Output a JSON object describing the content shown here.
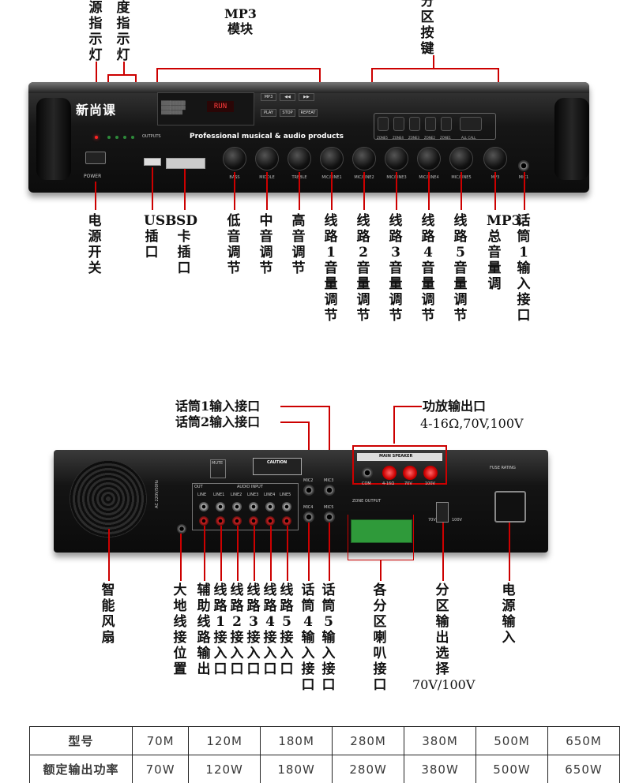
{
  "front": {
    "brand": "新尚课",
    "tagline": "Professional musical & audio products",
    "outputs_label": "OUTPUTS",
    "power_label": "POWER",
    "lcd_text": "RUN",
    "mp3_buttons": [
      "MP3",
      "◀◀",
      "▶▶",
      "PLAY",
      "STOP",
      "REPEAT"
    ],
    "knobs": [
      "BASS",
      "MIDDLE",
      "TREBLE",
      "MIC/LINE1",
      "MIC/LINE2",
      "MIC/LINE3",
      "MIC/LINE4",
      "MIC/LINE5",
      "MP3",
      "MIC1"
    ],
    "zones": [
      "ZONE5",
      "ZONE4",
      "ZONE3",
      "ZONE2",
      "ZONE1",
      "ALL CALL"
    ]
  },
  "front_callouts_top": {
    "power_led": "源指示灯",
    "level_led": "度指示灯",
    "mp3_module": "MP3\n模块",
    "zone_keys": "分区按键"
  },
  "front_callouts_bottom": [
    "电源开关",
    "USB插口",
    "SD卡插口",
    "低音调节",
    "中音调节",
    "高音调节",
    "线路1音量调节",
    "线路2音量调节",
    "线路3音量调节",
    "线路4音量调节",
    "线路5音量调节",
    "MP3总音量调",
    "话筒1输入接口"
  ],
  "rear": {
    "mute_label": "MUTE",
    "caution_label": "CAUTION",
    "main_speaker_label": "MAIN SPEAKER",
    "zone_output_label": "ZONE OUTPUT",
    "fuse_label": "FUSE RATING",
    "audio_input_label": "AUDIO  INPUT",
    "out_label": "OUT",
    "line_labels": [
      "LINE",
      "LINE1",
      "LINE2",
      "LINE3",
      "LINE4",
      "LINE5"
    ],
    "mic_labels": [
      "MIC2",
      "MIC3",
      "MIC4",
      "MIC5"
    ],
    "speaker_taps": [
      "COM",
      "4-16Ω",
      "70V",
      "100V"
    ],
    "zone_select": [
      "70V",
      "100V"
    ],
    "side_text": "AC 220V/50Hz"
  },
  "rear_callouts_top": {
    "mic1_in": "话筒1输入接口",
    "mic2_in": "话筒2输入接口",
    "amp_out_title": "功放输出口",
    "amp_out_spec": "4-16Ω,70V,100V"
  },
  "rear_callouts_bottom": [
    "智能风扇",
    "大地线接位置",
    "辅助线路输出",
    "线路1接入口",
    "线路2接入口",
    "线路3接入口",
    "线路4接入口",
    "线路5接入口",
    "话筒4输入接口",
    "话筒5输入接口",
    "各分区喇叭接口",
    "分区输出选择",
    "电源输入"
  ],
  "zone_select_voltage": "70V/100V",
  "spec_table": {
    "rows": [
      {
        "header": "型号",
        "values": [
          "70M",
          "120M",
          "180M",
          "280M",
          "380M",
          "500M",
          "650M"
        ]
      },
      {
        "header": "额定输出功率",
        "values": [
          "70W",
          "120W",
          "180W",
          "280W",
          "380W",
          "500W",
          "650W"
        ]
      }
    ]
  }
}
